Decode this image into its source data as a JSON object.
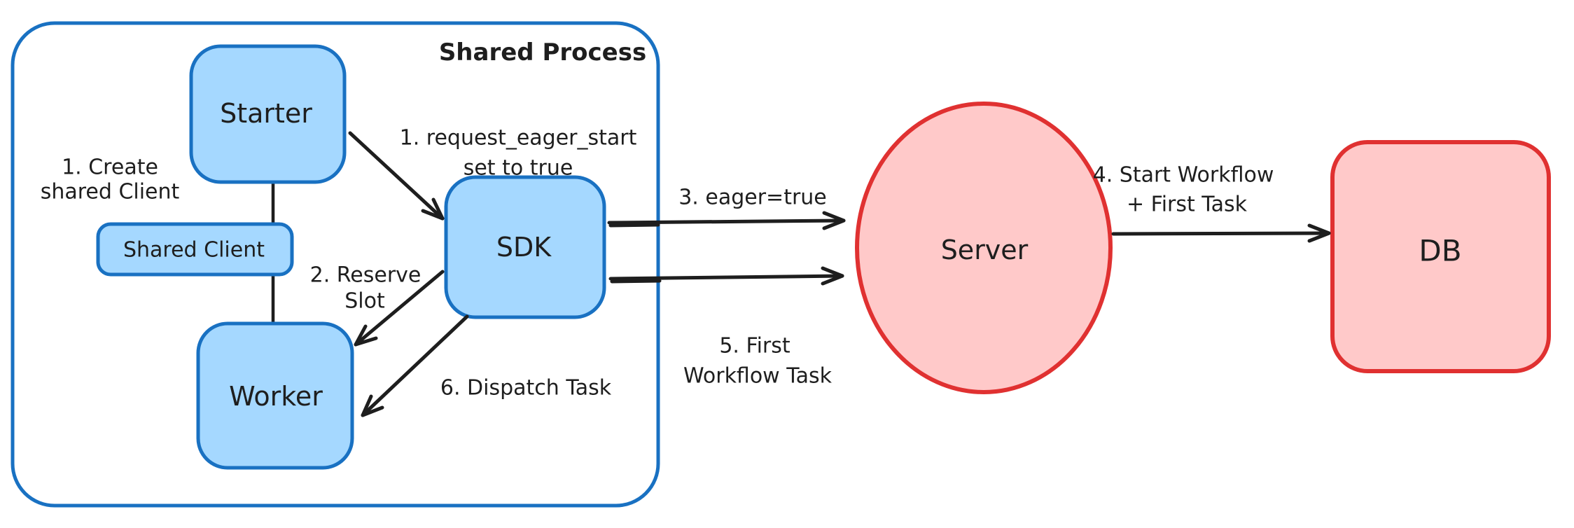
{
  "diagram": {
    "container": {
      "label": "Shared Process"
    },
    "nodes": {
      "starter": {
        "label": "Starter"
      },
      "shared_client": {
        "label": "Shared Client"
      },
      "worker": {
        "label": "Worker"
      },
      "sdk": {
        "label": "SDK"
      },
      "server": {
        "label": "Server"
      },
      "db": {
        "label": "DB"
      }
    },
    "annotations": {
      "create_shared_client": {
        "line1": "1. Create",
        "line2": "shared Client"
      },
      "request_eager_start": {
        "line1": "1. request_eager_start",
        "line2": "set to true"
      },
      "reserve_slot": {
        "line1": "2. Reserve",
        "line2": "Slot"
      },
      "eager_true": {
        "label": "3. eager=true"
      },
      "start_workflow": {
        "line1": "4. Start Workflow",
        "line2": "+ First Task"
      },
      "first_workflow_task": {
        "line1": "5. First",
        "line2": "Workflow Task"
      },
      "dispatch_task": {
        "label": "6. Dispatch Task"
      }
    },
    "colors": {
      "blue_stroke": "#1971c2",
      "blue_fill": "#a5d8ff",
      "red_stroke": "#e03131",
      "red_fill": "#ffc9c9",
      "ink": "#1e1e1e",
      "background": "#ffffff"
    }
  }
}
